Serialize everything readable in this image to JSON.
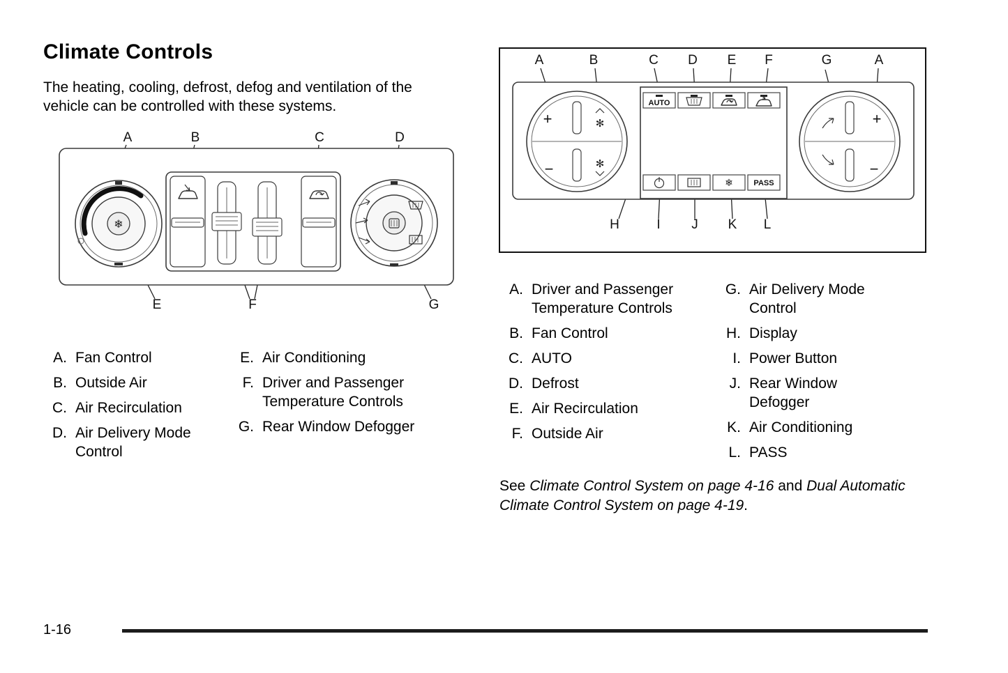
{
  "page": {
    "title": "Climate Controls",
    "intro": "The heating, cooling, defrost, defog and ventilation of the vehicle can be controlled with these systems.",
    "page_number": "1-16"
  },
  "icons": {
    "plus": "+",
    "minus": "−",
    "fan": "✻",
    "snowflake": "❄"
  },
  "diagram_manual": {
    "callouts_top": [
      "A",
      "B",
      "C",
      "D"
    ],
    "callouts_bottom": [
      "E",
      "F",
      "G"
    ]
  },
  "diagram_auto": {
    "callouts_top": [
      "A",
      "B",
      "C",
      "D",
      "E",
      "F",
      "G",
      "A"
    ],
    "callouts_bottom": [
      "H",
      "I",
      "J",
      "K",
      "L"
    ],
    "auto_button": "AUTO",
    "pass_button": "PASS"
  },
  "legend_manual": {
    "col1": [
      {
        "key": "A.",
        "label": "Fan Control"
      },
      {
        "key": "B.",
        "label": "Outside Air"
      },
      {
        "key": "C.",
        "label": "Air Recirculation"
      },
      {
        "key": "D.",
        "label": "Air Delivery Mode Control"
      }
    ],
    "col2": [
      {
        "key": "E.",
        "label": "Air Conditioning"
      },
      {
        "key": "F.",
        "label": "Driver and Passenger Temperature Controls"
      },
      {
        "key": "G.",
        "label": "Rear Window Defogger"
      }
    ]
  },
  "legend_auto": {
    "col1": [
      {
        "key": "A.",
        "label": "Driver and Passenger Temperature Controls"
      },
      {
        "key": "B.",
        "label": "Fan Control"
      },
      {
        "key": "C.",
        "label": "AUTO"
      },
      {
        "key": "D.",
        "label": "Defrost"
      },
      {
        "key": "E.",
        "label": "Air Recirculation"
      },
      {
        "key": "F.",
        "label": "Outside Air"
      }
    ],
    "col2": [
      {
        "key": "G.",
        "label": "Air Delivery Mode Control"
      },
      {
        "key": "H.",
        "label": "Display"
      },
      {
        "key": "I.",
        "label": "Power Button"
      },
      {
        "key": "J.",
        "label": "Rear Window Defogger"
      },
      {
        "key": "K.",
        "label": "Air Conditioning"
      },
      {
        "key": "L.",
        "label": "PASS"
      }
    ]
  },
  "cross_reference": {
    "prefix": "See ",
    "ref1": "Climate Control System on page 4-16",
    "mid": " and ",
    "ref2": "Dual Automatic Climate Control System on page 4-19",
    "suffix": "."
  }
}
